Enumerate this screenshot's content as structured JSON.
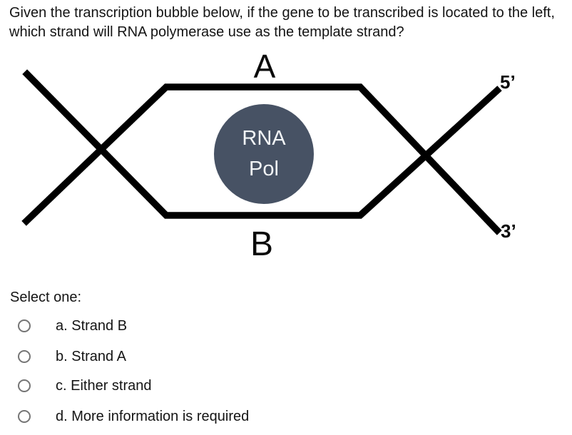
{
  "question": {
    "text": "Given the transcription bubble below, if the gene to be transcribed is located to the left, which strand will RNA polymerase use as the template strand?"
  },
  "diagram": {
    "strand_a_label": "A",
    "strand_b_label": "B",
    "five_prime_label": "5’",
    "three_prime_label": "3’",
    "enzyme_line1": "RNA",
    "enzyme_line2": "Pol",
    "enzyme_color": "#475264",
    "enzyme_text_color": "#f2f5f7",
    "strand_color": "#000000"
  },
  "prompt": {
    "label": "Select one:"
  },
  "options": [
    {
      "label": "a. Strand B"
    },
    {
      "label": "b. Strand A"
    },
    {
      "label": "c. Either strand"
    },
    {
      "label": "d. More information is required"
    }
  ]
}
